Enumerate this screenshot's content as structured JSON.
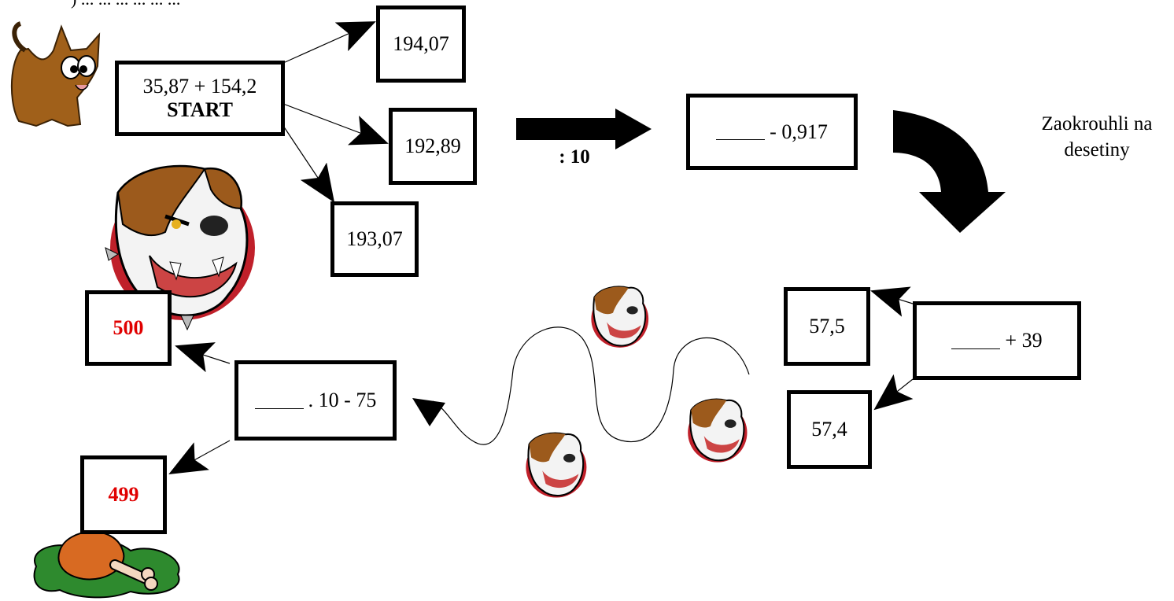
{
  "instruction_fragment": ") ... ... ... ... ... ...",
  "start_box": {
    "expression": "35,87 + 154,2",
    "label": "START"
  },
  "option_boxes": [
    "194,07",
    "192,89",
    "193,07"
  ],
  "divide_label": ": 10",
  "subtract_box": {
    "blank": "____",
    "expression": "- 0,917"
  },
  "round_label_line1": "Zaokrouhli na",
  "round_label_line2": "desetiny",
  "add_box": {
    "blank": "____",
    "expression": "+ 39"
  },
  "rounded_options": [
    "57,5",
    "57,4"
  ],
  "multiply_box": {
    "blank": "____",
    "expression": ". 10 - 75"
  },
  "result_boxes": [
    "500",
    "499"
  ],
  "icons": [
    "cat-icon",
    "bulldog-icon",
    "small-bulldog-icon",
    "chicken-leg-icon"
  ],
  "colors": {
    "result_red": "#e00000",
    "cat_brown": "#a0601a",
    "dog_brown": "#9c5a1c"
  }
}
